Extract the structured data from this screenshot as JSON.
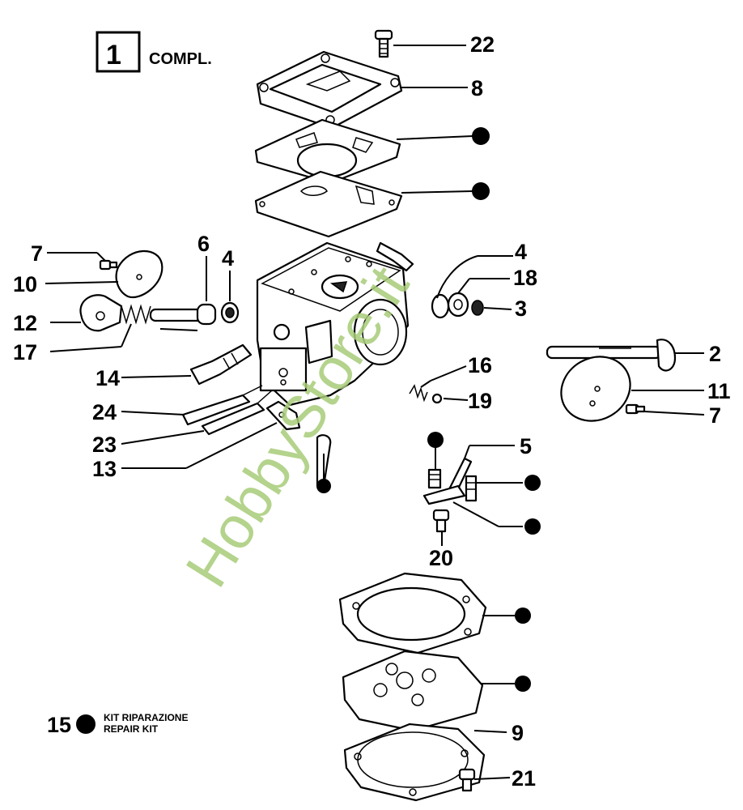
{
  "header": {
    "box_number": "1",
    "label": "COMPL."
  },
  "legend": {
    "number": "15",
    "line1": "KIT RIPARAZIONE",
    "line2": "REPAIR KIT"
  },
  "watermark": "HobbyStore.it",
  "callouts": {
    "c22": "22",
    "c8": "8",
    "c7a": "7",
    "c6": "6",
    "c4a": "4",
    "c4b": "4",
    "c10": "10",
    "c18": "18",
    "c3": "3",
    "c12": "12",
    "c17": "17",
    "c2": "2",
    "c14": "14",
    "c16": "16",
    "c11": "11",
    "c24": "24",
    "c19": "19",
    "c7b": "7",
    "c23": "23",
    "c13": "13",
    "c5": "5",
    "c20": "20",
    "c9": "9",
    "c21": "21"
  },
  "colors": {
    "ink": "#000000",
    "watermark": "#a8cc78",
    "paper": "#ffffff"
  }
}
